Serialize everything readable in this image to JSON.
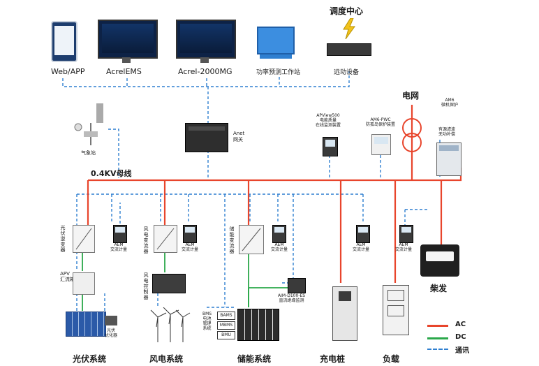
{
  "top": {
    "dispatch_center": "调度中心",
    "web_app": "Web/APP",
    "acrel_ems": "AcrelEMS",
    "acrel_2000mg": "Acrel-2000MG",
    "forecast_station": "功率预测工作站",
    "remote_device": "远动设备"
  },
  "mid": {
    "weather": "气象站",
    "gateway": "Anet\n网关",
    "bus": "0.4KV母线",
    "grid": "电网",
    "pq_monitor": "APView500\n电能质量\n在线监测装置",
    "anti_island": "AM6-PWC\n防孤岛保护装置",
    "relay": "AM6\n微机保护",
    "var_comp": "有源滤波\n无功补偿"
  },
  "pv": {
    "inverter": "光伏逆变器",
    "combiner": "APV\n汇流箱",
    "meter": "AEM\n交流计量",
    "optimizer": "光伏\n优化器",
    "title": "光伏系统"
  },
  "wind": {
    "converter": "风电变流器",
    "controller": "风电控制器",
    "meter": "AEM\n交流计量",
    "title": "风电系统"
  },
  "storage": {
    "pcs": "储能变流器",
    "meter": "AEM\n交流计量",
    "dc_meter": "AIM-D100-ES\n直流绝缘监测",
    "bams": "BAMS",
    "mbms": "MBMS",
    "bmu": "BMU",
    "bms_label": "BMS\n电池\n管理\n系统",
    "title": "储能系统"
  },
  "charger": {
    "meter": "AEM\n交流计量",
    "title": "充电桩"
  },
  "load": {
    "meter": "AEM\n交流计量",
    "title": "负载"
  },
  "diesel": {
    "title": "柴发"
  },
  "legend": {
    "ac": "AC",
    "dc": "DC",
    "comm": "通讯",
    "ac_color": "#e8452c",
    "dc_color": "#2aa84a",
    "comm_color": "#2f7fd0"
  }
}
